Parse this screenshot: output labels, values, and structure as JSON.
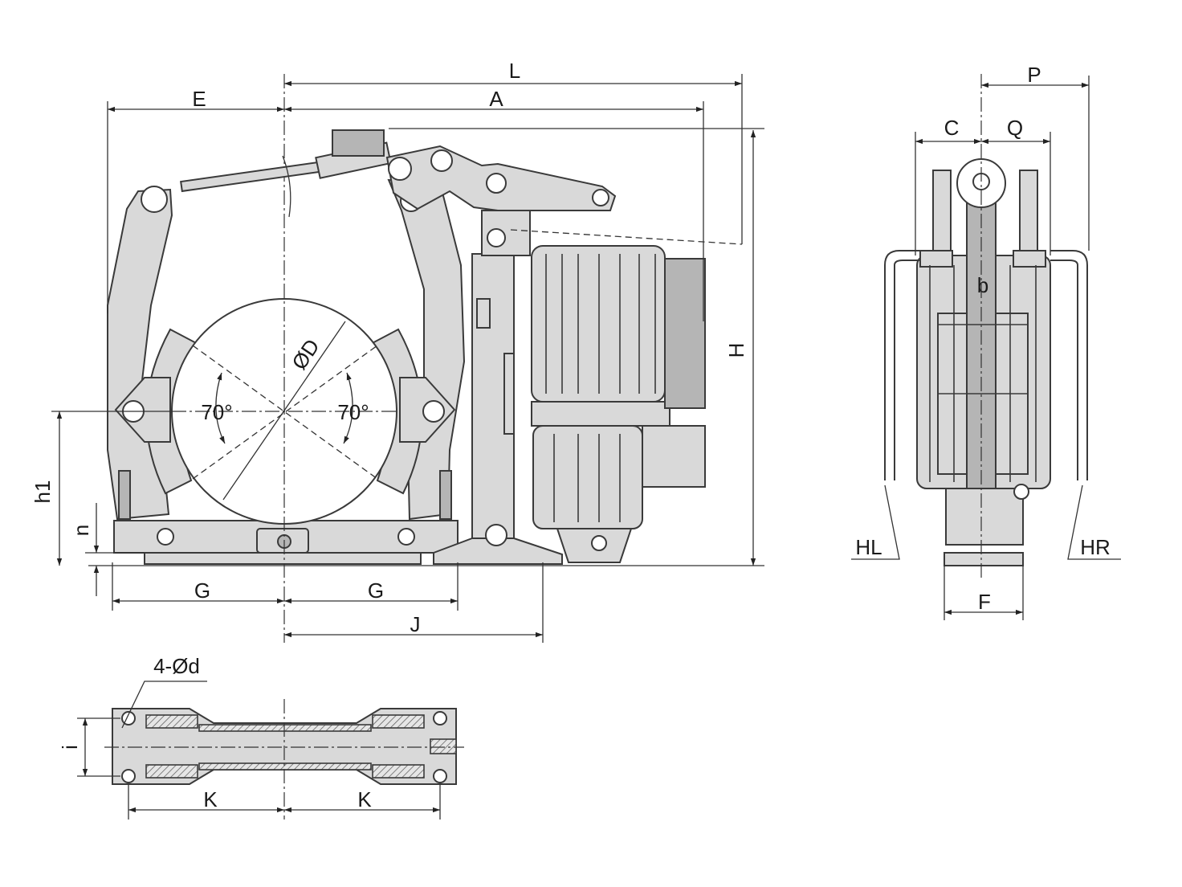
{
  "labels": {
    "L": "L",
    "A": "A",
    "E": "E",
    "H": "H",
    "D": "ØD",
    "angle_left": "70°",
    "angle_right": "70°",
    "h1": "h1",
    "n": "n",
    "G_left": "G",
    "G_right": "G",
    "J": "J",
    "P": "P",
    "C": "C",
    "Q": "Q",
    "b": "b",
    "HL": "HL",
    "HR": "HR",
    "F": "F",
    "holes": "4-Ød",
    "i": "i",
    "K_left": "K",
    "K_right": "K"
  },
  "colors": {
    "line": "#3a3a3a",
    "part_fill": "#d9d9d9",
    "part_dark": "#b5b5b5",
    "background": "#ffffff"
  }
}
